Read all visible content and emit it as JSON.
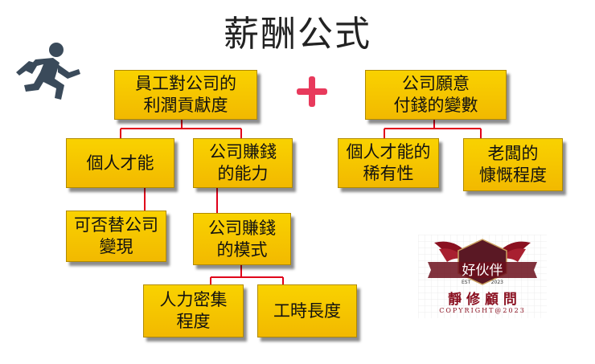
{
  "title": "薪酬公式",
  "plus_sign": "+",
  "boxes": {
    "employee_contribution": "員工對公司的\n利潤貢獻度",
    "company_willingness": "公司願意\n付錢的變數",
    "personal_ability": "個人才能",
    "company_earning_ability": "公司賺錢\n的能力",
    "replaceability": "可否替公司\n變現",
    "business_model": "公司賺錢\n的模式",
    "labor_intensity": "人力密集\n程度",
    "work_hours": "工時長度",
    "talent_rarity": "個人才能的\n稀有性",
    "boss_generosity": "老闆的\n慷慨程度"
  },
  "logo": {
    "badge_text": "好伙伴",
    "est_left": "EST",
    "est_right": "2023",
    "name": "靜 修 顧 問",
    "copyright": "COPYRIGHT@2023"
  },
  "icons": {
    "runner": "running-person-icon"
  },
  "colors": {
    "box": "#f5c400",
    "connector": "#e0001a",
    "plus": "#e83a5c",
    "logo": "#8a1020"
  }
}
